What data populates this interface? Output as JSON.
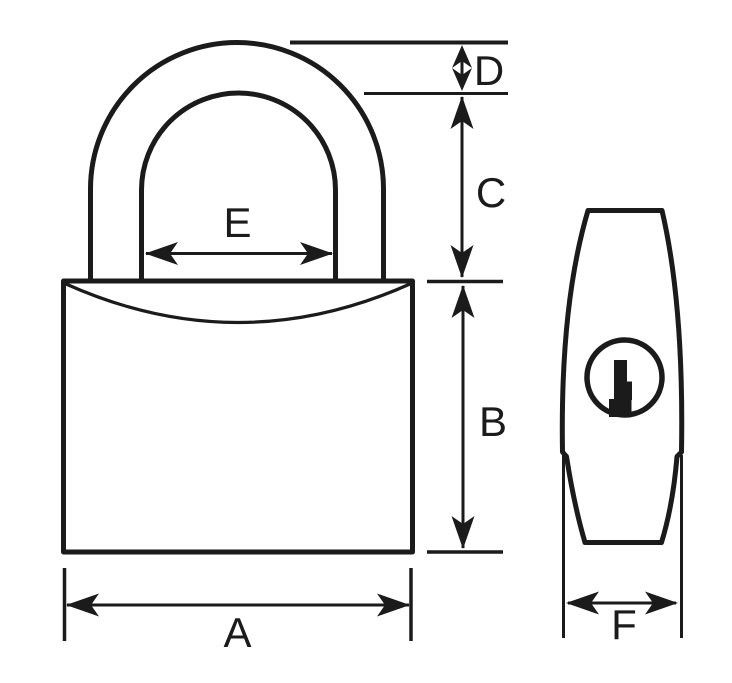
{
  "drawing": {
    "colors": {
      "line": "#1b1b1b",
      "background": "#ffffff"
    },
    "labels": {
      "a": "A",
      "b": "B",
      "c": "C",
      "d": "D",
      "e": "E",
      "f": "F"
    }
  }
}
